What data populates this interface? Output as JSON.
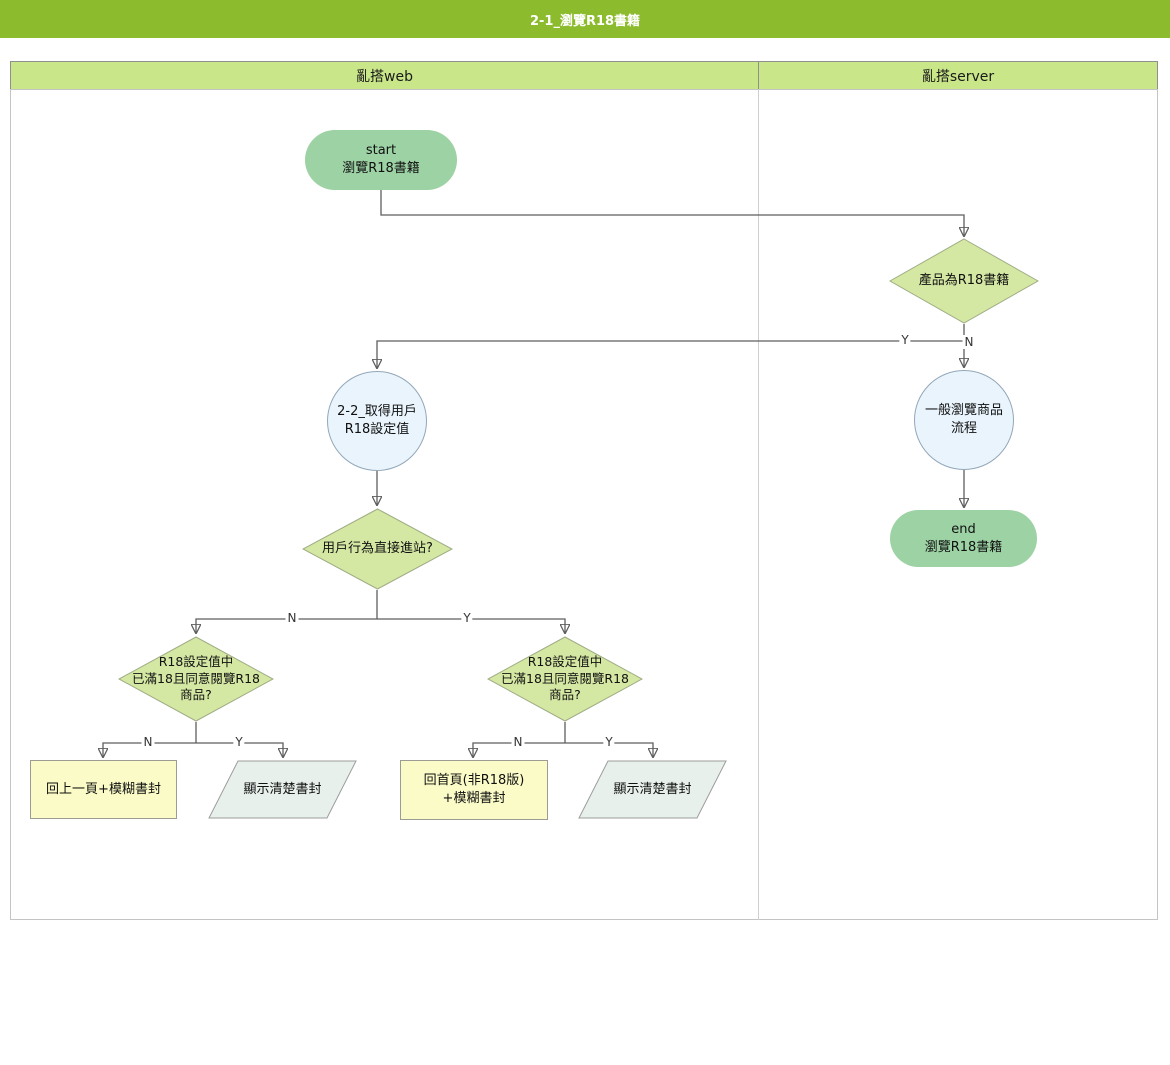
{
  "title": "2-1_瀏覽R18書籍",
  "lanes": [
    {
      "label": "亂搭web"
    },
    {
      "label": "亂搭server"
    }
  ],
  "nodes": {
    "start": {
      "type": "terminator",
      "label": "start\n瀏覽R18書籍"
    },
    "d1": {
      "type": "decision",
      "label": "產品為R18書籍"
    },
    "c1": {
      "type": "subprocess",
      "label": "2-2_取得用戶\nR18設定值"
    },
    "c2": {
      "type": "subprocess",
      "label": "一般瀏覽商品\n流程"
    },
    "end": {
      "type": "terminator",
      "label": "end\n瀏覽R18書籍"
    },
    "d2": {
      "type": "decision",
      "label": "用戶行為直接進站?"
    },
    "d3": {
      "type": "decision",
      "label": "R18設定值中\n已滿18且同意閱覽R18\n商品?"
    },
    "d4": {
      "type": "decision",
      "label": "R18設定值中\n已滿18且同意閱覽R18\n商品?"
    },
    "r1": {
      "type": "process",
      "label": "回上一頁+模糊書封"
    },
    "p1": {
      "type": "io",
      "label": "顯示清楚書封"
    },
    "r2": {
      "type": "process",
      "label": "回首頁(非R18版)\n+模糊書封"
    },
    "p2": {
      "type": "io",
      "label": "顯示清楚書封"
    }
  },
  "edge_labels": {
    "d1_y": "Y",
    "d1_n": "N",
    "d2_n": "N",
    "d2_y": "Y",
    "d3_n": "N",
    "d3_y": "Y",
    "d4_n": "N",
    "d4_y": "Y"
  },
  "colors": {
    "title_bar": "#8CBC2D",
    "lane_header_fill": "#C9E689",
    "terminator_fill": "#9CD2A4",
    "decision_fill": "#D5E8A3",
    "subprocess_fill": "#E9F4FC",
    "process_fill": "#FBFBC8",
    "io_fill": "#E7F0EA",
    "connector": "#5E5E5E"
  }
}
